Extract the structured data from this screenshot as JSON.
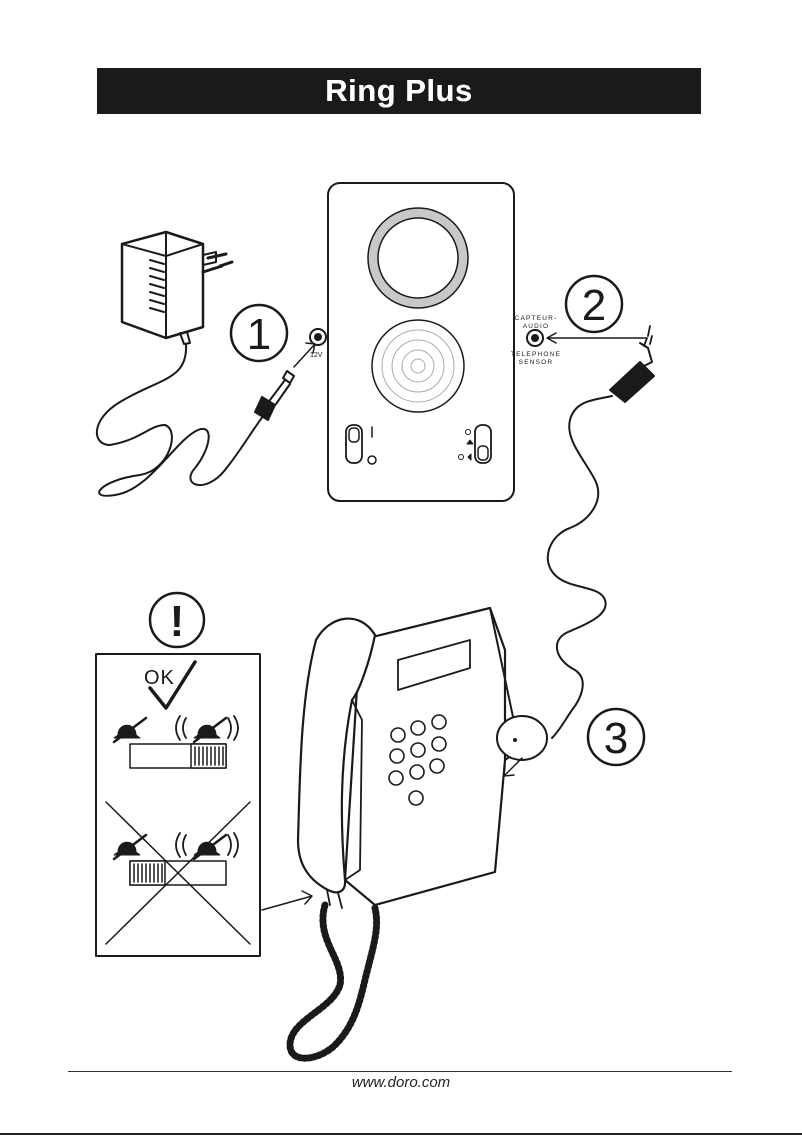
{
  "title": "Ring Plus",
  "steps": {
    "one": "1",
    "two": "2",
    "three": "3"
  },
  "warning_symbol": "!",
  "ok_label": "OK",
  "sensor_label": {
    "line1": "CAPTEUR-",
    "line2": "AUDIO",
    "line3": "TELEPHONE",
    "line4": "SENSOR"
  },
  "power_label": "12V",
  "footer": "www.doro.com",
  "colors": {
    "ink": "#1a1a1a",
    "paper": "#ffffff",
    "ring_grey": "#c8c8c8"
  }
}
